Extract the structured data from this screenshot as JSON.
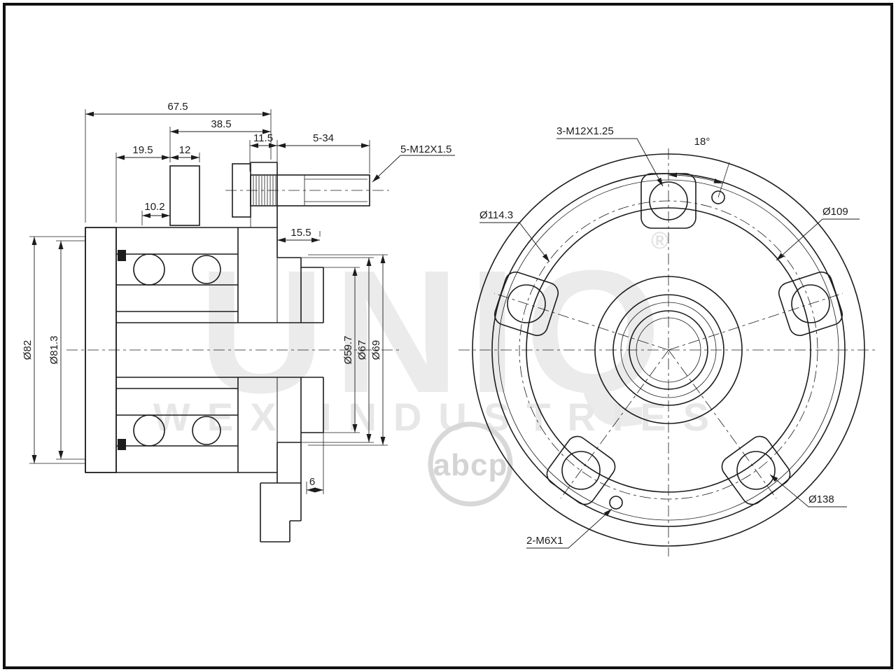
{
  "page": {
    "background": "#ffffff",
    "line_color": "#1c1c1c",
    "watermark_color": "#e6e6e6"
  },
  "watermark": {
    "brand": "UNIQ",
    "registered": "®",
    "subtitle": "WEX INDUSTRIES",
    "logo": "abcp"
  },
  "section_view": {
    "dims": {
      "d67_5": "67.5",
      "d38_5": "38.5",
      "d19_5": "19.5",
      "d12": "12",
      "d11_5": "11.5",
      "d5_34": "5-34",
      "stud_thread": "5-M12X1.5",
      "d10_2": "10.2",
      "d15_5": "15.5",
      "dia82": "Ø82",
      "dia81_3": "Ø81.3",
      "dia59_7": "Ø59.7",
      "dia67": "Ø67",
      "dia69": "Ø69",
      "d6": "6"
    }
  },
  "front_view": {
    "labels": {
      "bolt3": "3-M12X1.25",
      "angle18": "18°",
      "dia114_3": "Ø114.3",
      "dia109": "Ø109",
      "dia138": "Ø138",
      "bolt2": "2-M6X1"
    }
  }
}
